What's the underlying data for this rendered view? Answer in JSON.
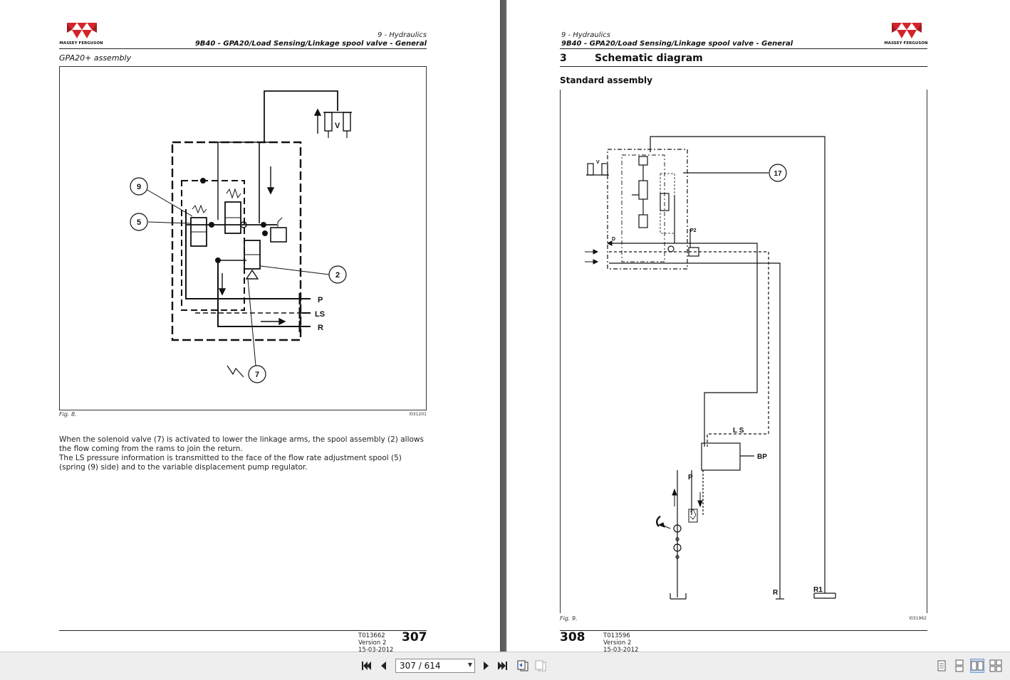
{
  "left_page": {
    "brand": "MASSEY FERGUSON",
    "chapter": "9 - Hydraulics",
    "doc_title": "9B40 - GPA20/Load Sensing/Linkage spool valve - General",
    "subtitle": "GPA20+ assembly",
    "figure_caption": "Fig. 8.",
    "figure_ref": "I031201",
    "callouts": [
      "9",
      "5",
      "2",
      "7"
    ],
    "port_labels": [
      "P",
      "LS",
      "R"
    ],
    "ram_label": "V",
    "paragraph_1": "When the solenoid valve (7) is activated to lower the linkage arms, the spool assembly (2) allows the flow coming from the rams to join the return.",
    "paragraph_2": "The LS pressure information is transmitted to the face of the flow rate adjustment spool (5) (spring (9) side) and to the variable displacement pump regulator.",
    "footer_code": "T013662",
    "footer_version": "Version 2",
    "footer_date": "15-03-2012",
    "page_number": "307"
  },
  "right_page": {
    "brand": "MASSEY FERGUSON",
    "chapter": "9 - Hydraulics",
    "doc_title": "9B40 - GPA20/Load Sensing/Linkage spool valve - General",
    "section_number": "3",
    "section_title": "Schematic diagram",
    "subsection": "Standard assembly",
    "figure_caption": "Fig. 9.",
    "figure_ref": "I031962",
    "labels": {
      "callout": "17",
      "v": "V",
      "d": "D",
      "p2": "P2",
      "ls": "L S",
      "bp": "BP",
      "p": "P",
      "r": "R",
      "r1": "R1"
    },
    "footer_code": "T013596",
    "footer_version": "Version 2",
    "footer_date": "15-03-2012",
    "page_number": "308"
  },
  "toolbar": {
    "page_indicator": "307 / 614",
    "buttons": [
      "first-page",
      "previous-page",
      "next-page",
      "last-page",
      "go-back",
      "go-forward",
      "single-page",
      "continuous",
      "facing",
      "continuous-facing"
    ]
  },
  "colors": {
    "brand_red": "#d4242b",
    "page_bg": "#ffffff",
    "viewer_bg": "#7a7a7a"
  }
}
